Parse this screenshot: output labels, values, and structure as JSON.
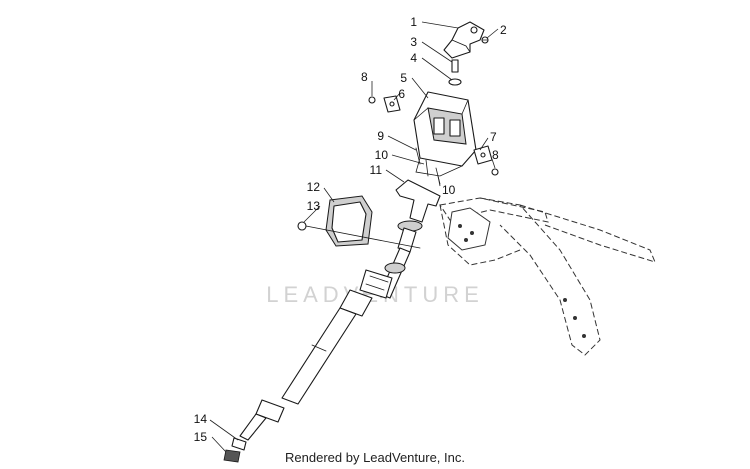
{
  "diagram": {
    "watermark": "LEADVENTURE",
    "credit": "Rendered by LeadVenture, Inc.",
    "callouts": [
      "1",
      "2",
      "3",
      "4",
      "5",
      "6",
      "7",
      "8",
      "8",
      "9",
      "10",
      "10",
      "11",
      "12",
      "13",
      "14",
      "15"
    ]
  }
}
